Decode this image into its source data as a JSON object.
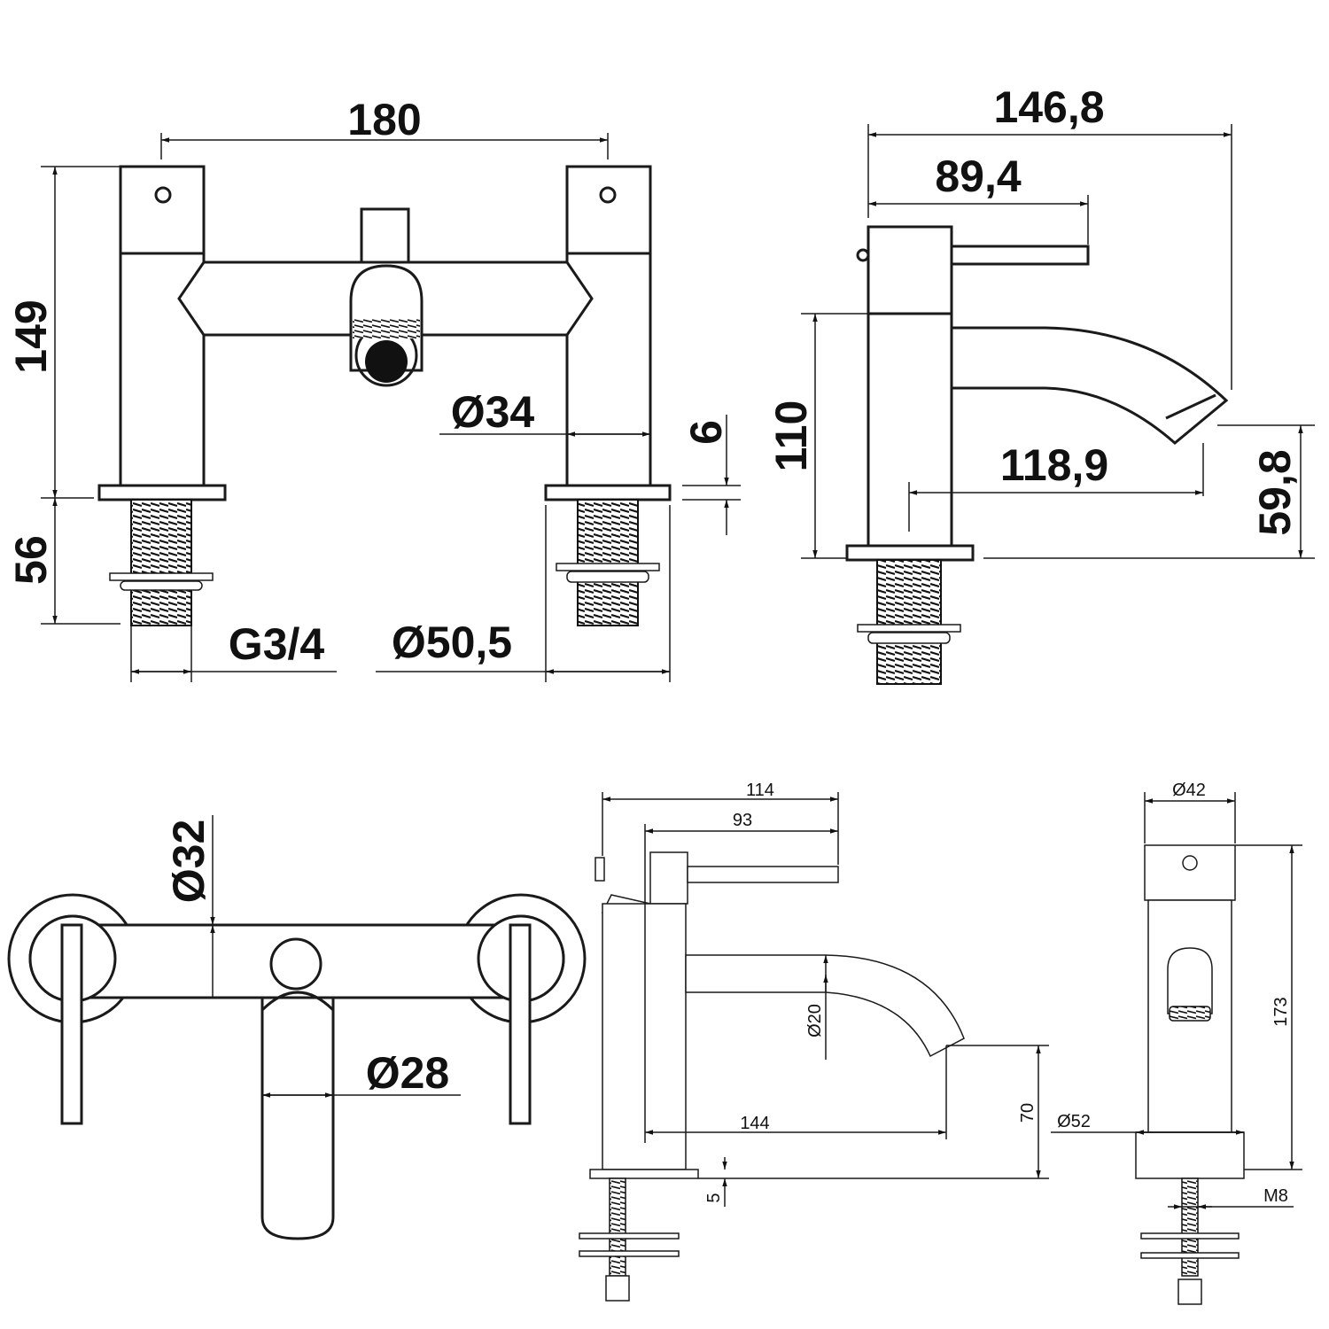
{
  "views": {
    "bath_front": {
      "width": "180",
      "height": "149",
      "shank": "56",
      "spout": "Ø34",
      "plate": "6",
      "thread": "G3/4",
      "base": "Ø50,5"
    },
    "basin_side_large": {
      "overall": "146,8",
      "lever": "89,4",
      "height": "110",
      "spout_reach": "118,9",
      "spout_height": "59,8"
    },
    "bath_top": {
      "body_dia": "Ø32",
      "spout_dia": "Ø28"
    },
    "basin_side": {
      "overall": "114",
      "lever": "93",
      "spout_dia": "Ø20",
      "reach": "144",
      "spout_height": "70",
      "plate": "5"
    },
    "basin_front": {
      "top_dia": "Ø42",
      "base_dia": "Ø52",
      "height": "173",
      "thread": "M8"
    }
  },
  "arrow-glyph": "dimension arrow",
  "icons": [
    "arrow-icon"
  ]
}
